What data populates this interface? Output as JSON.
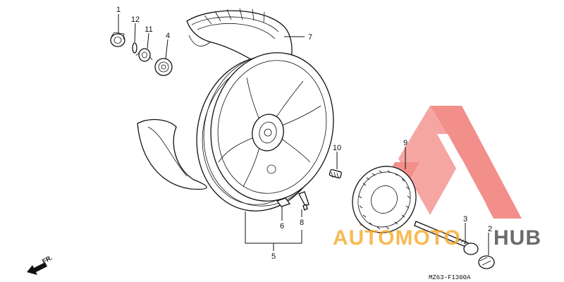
{
  "diagram": {
    "callouts": [
      {
        "id": "1",
        "name": "label-1"
      },
      {
        "id": "12",
        "name": "label-12"
      },
      {
        "id": "11",
        "name": "label-11"
      },
      {
        "id": "4",
        "name": "label-4"
      },
      {
        "id": "7",
        "name": "label-7"
      },
      {
        "id": "10",
        "name": "label-10"
      },
      {
        "id": "9",
        "name": "label-9"
      },
      {
        "id": "3",
        "name": "label-3"
      },
      {
        "id": "2",
        "name": "label-2"
      },
      {
        "id": "6",
        "name": "label-6"
      },
      {
        "id": "8",
        "name": "label-8"
      },
      {
        "id": "5",
        "name": "label-5"
      }
    ],
    "direction_label": "FR.",
    "figure_code": "MZ63-F1300A"
  },
  "watermark": {
    "text_part1": "AUTOMOTO",
    "text_part2": "HUB",
    "colors": {
      "red": "#e8342e",
      "orange": "#f5a31a",
      "grey": "#3a3a3a"
    }
  }
}
